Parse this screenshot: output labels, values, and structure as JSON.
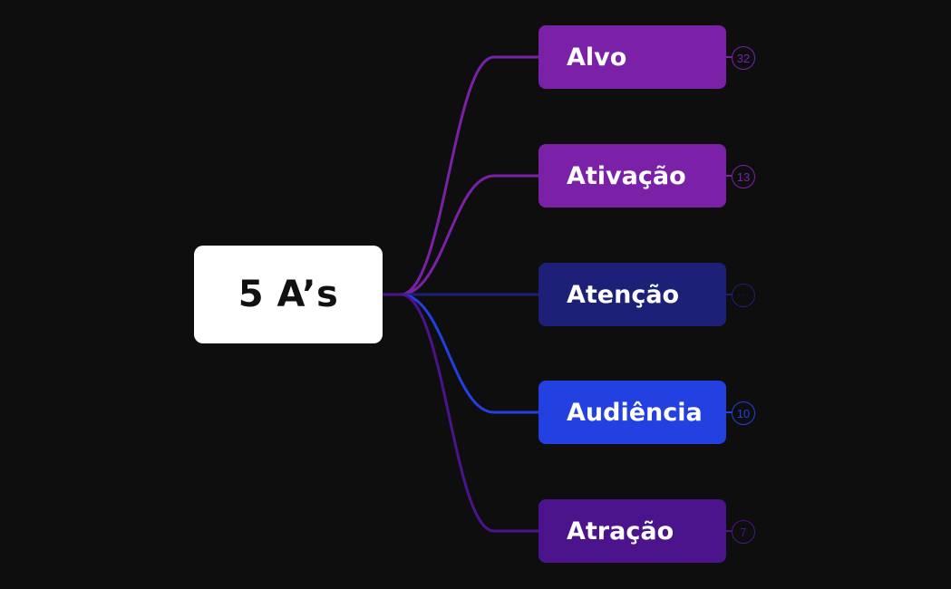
{
  "root": {
    "label": "5 A’s",
    "color": "#ffffff"
  },
  "children": [
    {
      "label": "Alvo",
      "badge": "32",
      "color": "#7b21a8",
      "line_color": "#7b21a8"
    },
    {
      "label": "Ativação",
      "badge": "13",
      "color": "#7b21a8",
      "line_color": "#7b21a8"
    },
    {
      "label": "Atenção",
      "badge": "···",
      "color": "#1c2177",
      "line_color": "#1c2177"
    },
    {
      "label": "Audiência",
      "badge": "10",
      "color": "#2340e0",
      "line_color": "#2340e0"
    },
    {
      "label": "Atração",
      "badge": "7",
      "color": "#4b148d",
      "line_color": "#4b148d"
    }
  ]
}
